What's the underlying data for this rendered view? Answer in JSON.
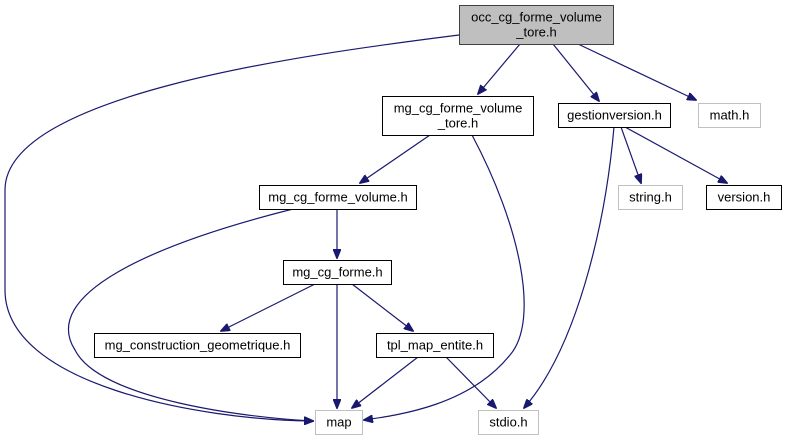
{
  "diagram": {
    "type": "include-dependency-graph",
    "colors": {
      "edge": "#191970",
      "root_fill": "#bfbfbf",
      "root_stroke": "#404040",
      "documented_stroke": "#000000",
      "external_stroke": "#c0c0c0",
      "fill": "#ffffff"
    },
    "nodes": [
      {
        "id": "root",
        "lines": [
          "occ_cg_forme_volume",
          "_tore.h"
        ],
        "kind": "root"
      },
      {
        "id": "mg_cg_forme_volume_tore",
        "lines": [
          "mg_cg_forme_volume",
          "_tore.h"
        ],
        "kind": "documented"
      },
      {
        "id": "gestionversion",
        "lines": [
          "gestionversion.h"
        ],
        "kind": "documented"
      },
      {
        "id": "math",
        "lines": [
          "math.h"
        ],
        "kind": "external"
      },
      {
        "id": "mg_cg_forme_volume",
        "lines": [
          "mg_cg_forme_volume.h"
        ],
        "kind": "documented"
      },
      {
        "id": "string",
        "lines": [
          "string.h"
        ],
        "kind": "external"
      },
      {
        "id": "version",
        "lines": [
          "version.h"
        ],
        "kind": "documented"
      },
      {
        "id": "mg_cg_forme",
        "lines": [
          "mg_cg_forme.h"
        ],
        "kind": "documented"
      },
      {
        "id": "mg_construction_geometrique",
        "lines": [
          "mg_construction_geometrique.h"
        ],
        "kind": "documented"
      },
      {
        "id": "tpl_map_entite",
        "lines": [
          "tpl_map_entite.h"
        ],
        "kind": "documented"
      },
      {
        "id": "map",
        "lines": [
          "map"
        ],
        "kind": "external"
      },
      {
        "id": "stdio",
        "lines": [
          "stdio.h"
        ],
        "kind": "external"
      }
    ],
    "edges": [
      {
        "from": "root",
        "to": "mg_cg_forme_volume_tore"
      },
      {
        "from": "root",
        "to": "gestionversion"
      },
      {
        "from": "root",
        "to": "math"
      },
      {
        "from": "root",
        "to": "map"
      },
      {
        "from": "mg_cg_forme_volume_tore",
        "to": "mg_cg_forme_volume"
      },
      {
        "from": "mg_cg_forme_volume_tore",
        "to": "map"
      },
      {
        "from": "gestionversion",
        "to": "string"
      },
      {
        "from": "gestionversion",
        "to": "version"
      },
      {
        "from": "gestionversion",
        "to": "stdio"
      },
      {
        "from": "mg_cg_forme_volume",
        "to": "mg_cg_forme"
      },
      {
        "from": "mg_cg_forme_volume",
        "to": "map"
      },
      {
        "from": "mg_cg_forme",
        "to": "mg_construction_geometrique"
      },
      {
        "from": "mg_cg_forme",
        "to": "tpl_map_entite"
      },
      {
        "from": "mg_cg_forme",
        "to": "map"
      },
      {
        "from": "tpl_map_entite",
        "to": "map"
      },
      {
        "from": "tpl_map_entite",
        "to": "stdio"
      }
    ]
  }
}
